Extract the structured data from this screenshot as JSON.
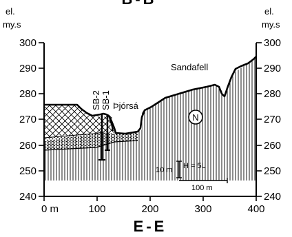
{
  "section": {
    "top_title": "B-B",
    "bottom_title": "E-E"
  },
  "axes": {
    "left_unit": [
      "el.",
      "my.s"
    ],
    "right_unit": [
      "el.",
      "my.s"
    ],
    "y_ticks": [
      300,
      290,
      280,
      270,
      260,
      250,
      240
    ],
    "x_tick_labels": [
      "0 m",
      "100",
      "200",
      "300",
      "400"
    ]
  },
  "labels": {
    "sandafell": "Sandafell",
    "pjorsa": "Þjórsá",
    "boreholes": [
      "SB-2",
      "SB-1"
    ],
    "unit_symbol": "N"
  },
  "scale_bar": {
    "vertical_label": "10 m",
    "ratio_label": "H = 5L",
    "horizontal_label": "100 m"
  }
}
